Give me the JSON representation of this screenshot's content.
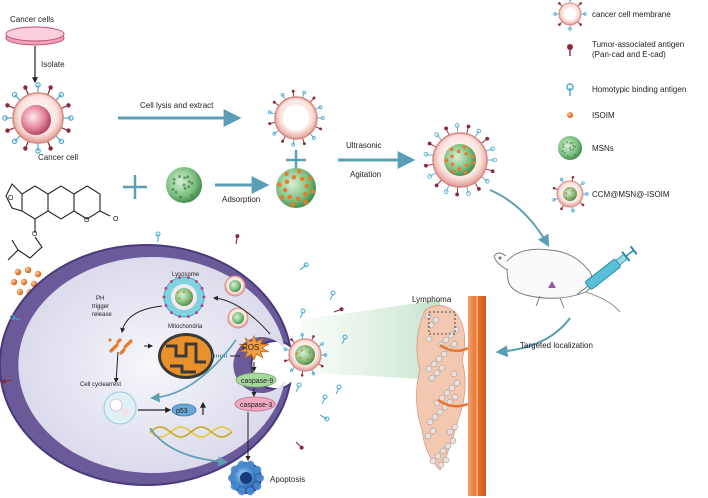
{
  "colors": {
    "arrow_teal": "#5a9fb5",
    "membrane_pink": "#e8b4b0",
    "msn_green": "#7bbf7e",
    "isoim_orange": "#e87a2c",
    "cell_purple": "#7a6aa8",
    "cell_inner": "#eaeaf2",
    "lysosome_cyan": "#7fd3e0",
    "mito_orange": "#e8902a",
    "ros_orange": "#f0a040",
    "caspase9_green": "#a8d8a0",
    "caspase3_pink": "#f0a8c0",
    "p53_blue": "#6aa8d8",
    "apoptosis_blue": "#3a6ab0",
    "dna_yellow": "#e8c83a",
    "vessel_orange": "#e8742a"
  },
  "icons": [
    "petri-dish-icon",
    "mouse-icon",
    "syringe-icon",
    "dna-icon"
  ],
  "labels": {
    "cancer_cells": "Cancer cells",
    "isolate": "Isolate",
    "cancer_cell": "Cancer cell",
    "cell_lysis": "Cell lysis and extract",
    "adsorption": "Adsorption",
    "ultrasonic": "Ultrasonic",
    "agitation": "Agitation",
    "targeted_localization": "Targeted localization",
    "lymphoma": "Lymphoma",
    "lysosome": "Lysosome",
    "ph_trigger_1": "PH",
    "ph_trigger_2": "trigger",
    "ph_trigger_3": "release",
    "mitochondria": "Mitochondria",
    "ros": "ROS",
    "caspase9": "caspase-9",
    "caspase3": "caspase-3",
    "cell_cycle_arrest": "Cell cyclearrest",
    "p53": "p53",
    "apoptosis": "Apoptosis"
  },
  "legend": [
    {
      "key": "membrane",
      "label": "cancer cell membrane"
    },
    {
      "key": "antigen",
      "label": "Tumor-associated antigen",
      "label2": "(Pan-cad and E-cad)"
    },
    {
      "key": "homotypic",
      "label": "Homotypic binding antigen"
    },
    {
      "key": "isoim",
      "label": "ISOIM"
    },
    {
      "key": "msn",
      "label": "MSNs"
    },
    {
      "key": "ccm",
      "label": "CCM@MSN@-ISOIM"
    }
  ]
}
